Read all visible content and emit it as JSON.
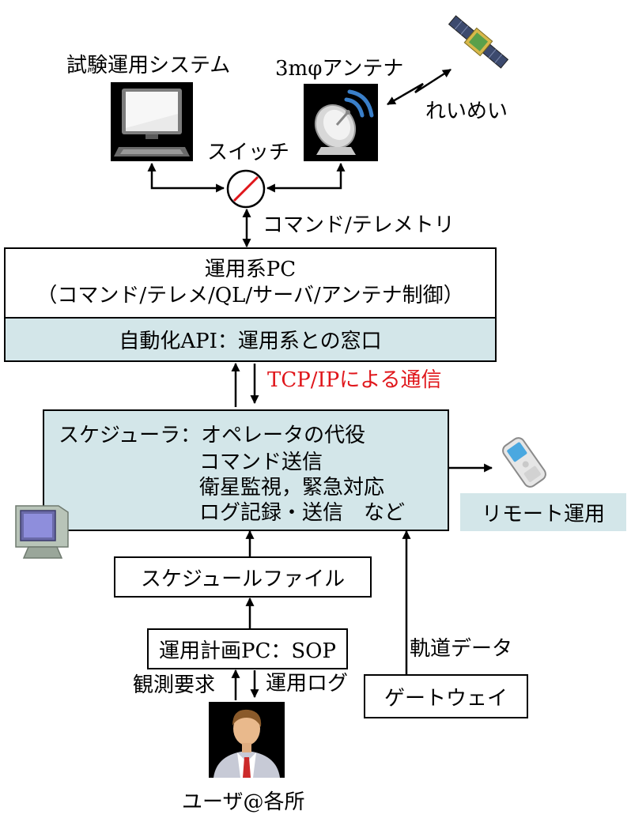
{
  "labels": {
    "test_system": "試験運用システム",
    "antenna": "3mφアンテナ",
    "satellite": "れいめい",
    "switch": "スイッチ",
    "command_telemetry": "コマンド/テレメトリ",
    "tcpip": "TCP/IPによる通信",
    "orbit_data": "軌道データ",
    "obs_request": "観測要求",
    "ops_log": "運用ログ",
    "user": "ユーザ@各所"
  },
  "ops_pc": {
    "title": "運用系PC",
    "subtitle": "（コマンド/テレメ/QL/サーバ/アンテナ制御）",
    "api": "自動化API：運用系との窓口"
  },
  "scheduler": {
    "title": "スケジューラ：オペレータの代役",
    "line1": "コマンド送信",
    "line2": "衛星監視，緊急対応",
    "line3": "ログ記録・送信　など"
  },
  "remote": "リモート運用",
  "schedule_file": "スケジュールファイル",
  "planning_pc": "運用計画PC：SOP",
  "gateway": "ゲートウェイ",
  "colors": {
    "tcpip_text": "#e0161b",
    "panel_fill": "#d3e6e9",
    "antenna_wave": "#3a7fc9"
  }
}
